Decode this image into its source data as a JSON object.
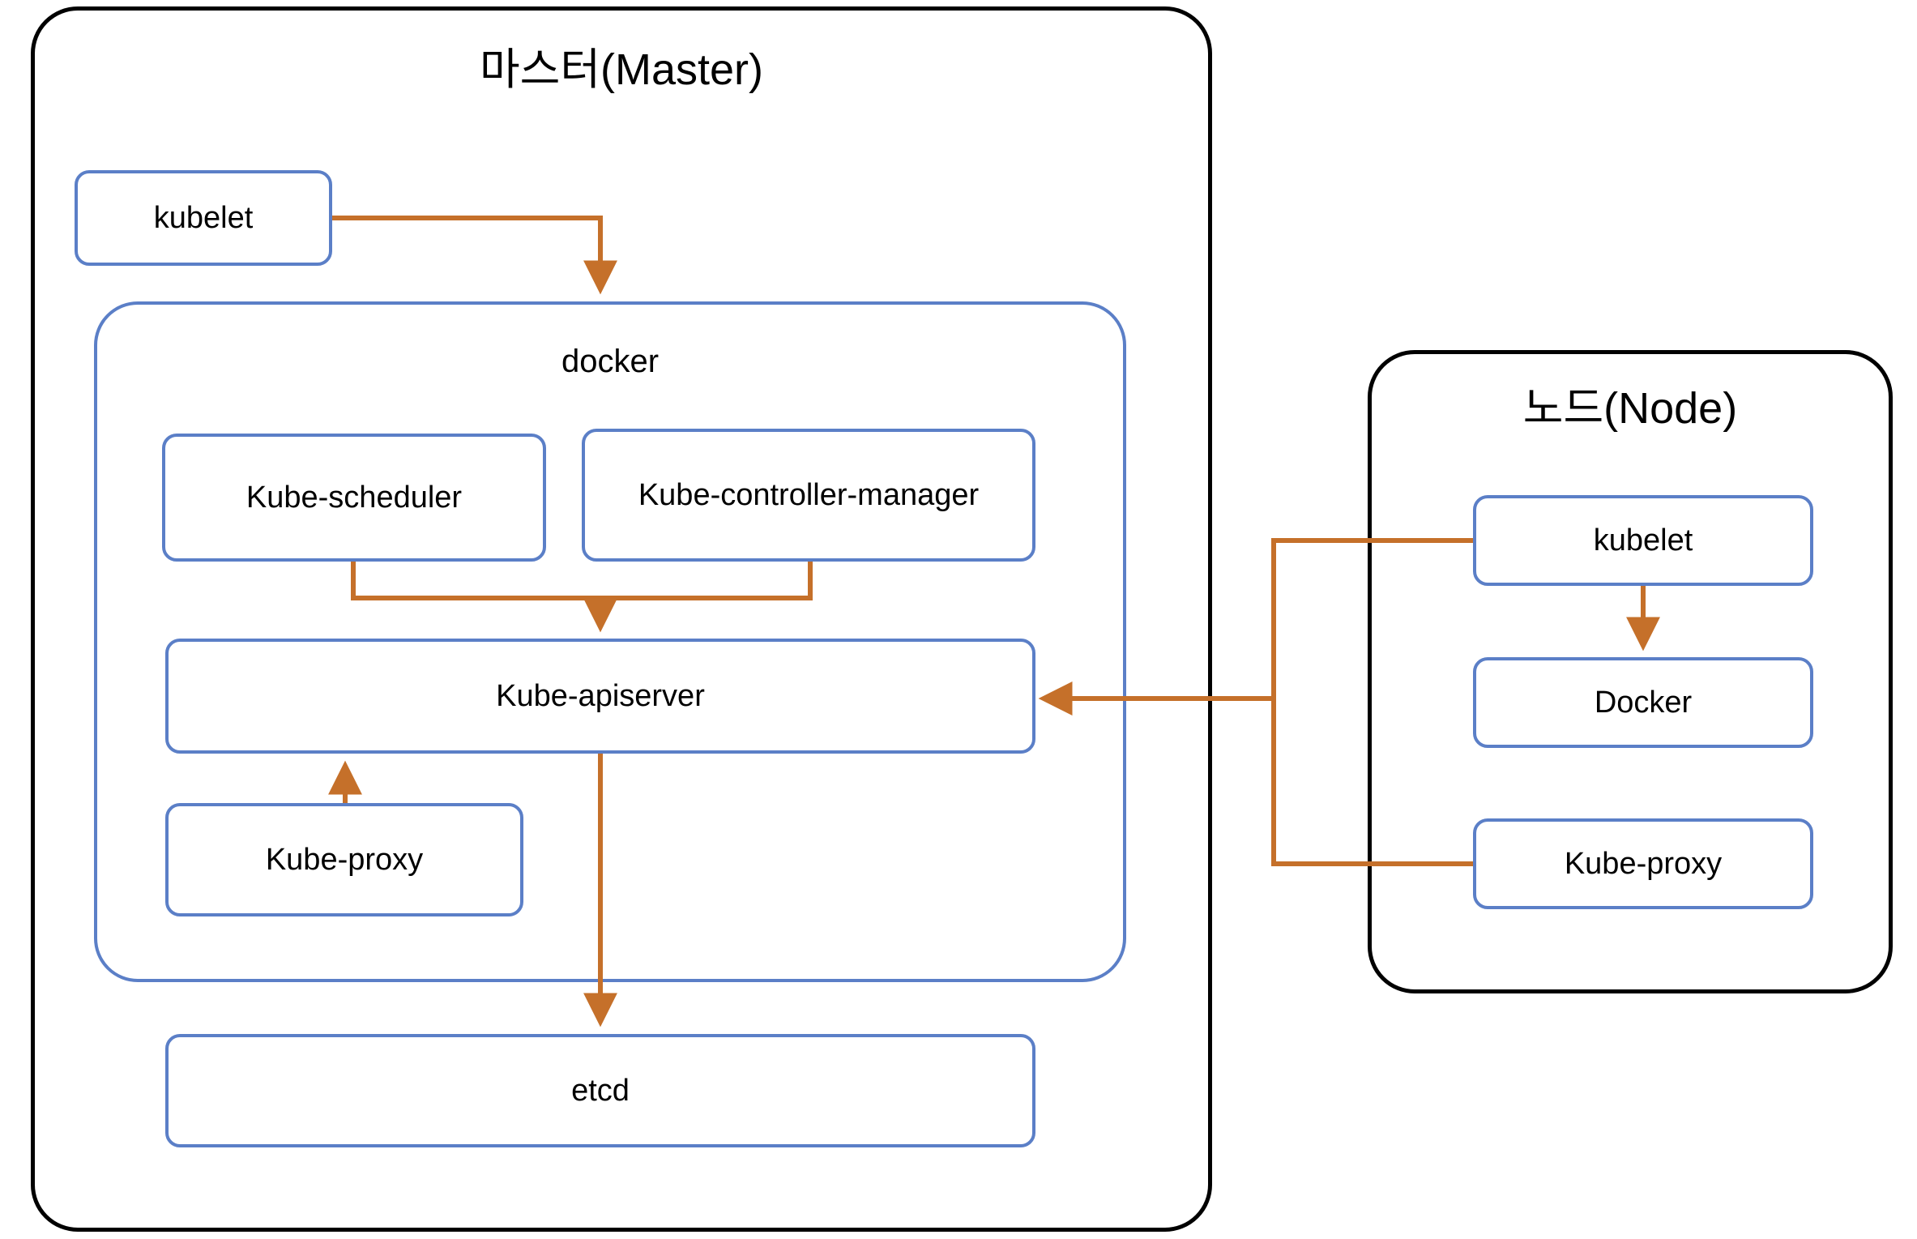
{
  "diagram": {
    "title": "Kubernetes Master and Node architecture",
    "colors": {
      "box_border": "#5B7FC7",
      "container_border": "#000000",
      "arrow": "#C5702A",
      "background": "#FFFFFF",
      "text": "#000000"
    }
  },
  "master": {
    "title": "마스터(Master)",
    "kubelet_label": "kubelet",
    "docker_label": "docker",
    "components": {
      "scheduler": "Kube-scheduler",
      "controller_manager": "Kube-controller-manager",
      "apiserver": "Kube-apiserver",
      "proxy": "Kube-proxy",
      "etcd": "etcd"
    }
  },
  "node": {
    "title": "노드(Node)",
    "components": {
      "kubelet": "kubelet",
      "docker": "Docker",
      "proxy": "Kube-proxy"
    }
  },
  "connections": [
    {
      "from": "master.kubelet",
      "to": "master.docker",
      "style": "elbow-right-down",
      "arrow": true
    },
    {
      "from": "master.scheduler",
      "to": "master.apiserver",
      "style": "elbow-down-right-down",
      "arrow": true
    },
    {
      "from": "master.controller_manager",
      "to": "master.apiserver",
      "style": "elbow-down-left-down",
      "arrow": true
    },
    {
      "from": "master.proxy",
      "to": "master.apiserver",
      "style": "straight-up",
      "arrow": true
    },
    {
      "from": "master.apiserver",
      "to": "master.etcd",
      "style": "straight-down",
      "arrow": true
    },
    {
      "from": "node.kubelet",
      "to": "master.apiserver",
      "style": "elbow-left-down-left",
      "arrow": true
    },
    {
      "from": "node.proxy",
      "to": "master.apiserver",
      "style": "elbow-left-up-left",
      "arrow": true
    },
    {
      "from": "node.kubelet",
      "to": "node.docker",
      "style": "straight-down",
      "arrow": true
    }
  ]
}
